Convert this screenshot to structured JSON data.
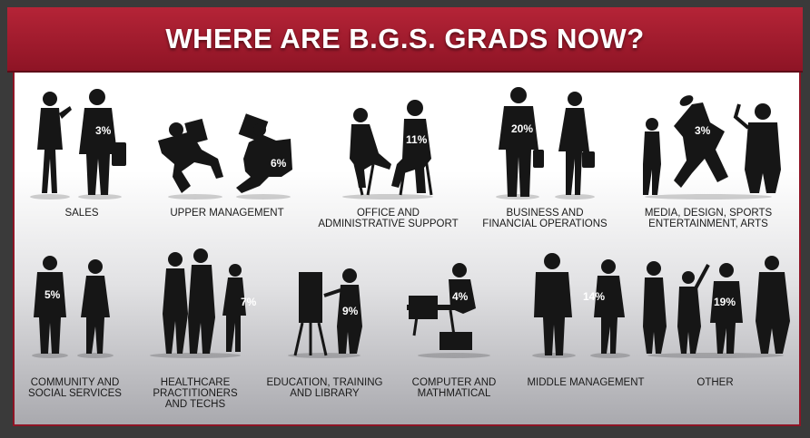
{
  "title": "WHERE ARE B.G.S. GRADS NOW?",
  "colors": {
    "banner": "#a31c30",
    "silhouette": "#161616",
    "text": "#1a1a1a"
  },
  "categories": [
    {
      "label": "SALES",
      "percent": "3%"
    },
    {
      "label": "UPPER MANAGEMENT",
      "percent": "6%"
    },
    {
      "label": "OFFICE AND\nADMINISTRATIVE SUPPORT",
      "percent": "11%"
    },
    {
      "label": "BUSINESS AND\nFINANCIAL OPERATIONS",
      "percent": "20%"
    },
    {
      "label": "MEDIA, DESIGN, SPORTS\nENTERTAINMENT, ARTS",
      "percent": "3%"
    },
    {
      "label": "COMMUNITY AND\nSOCIAL SERVICES",
      "percent": "5%"
    },
    {
      "label": "HEALTHCARE\nPRACTITIONERS\nAND TECHS",
      "percent": "7%"
    },
    {
      "label": "EDUCATION, TRAINING\nAND LIBRARY",
      "percent": "9%"
    },
    {
      "label": "COMPUTER AND\nMATHMATICAL",
      "percent": "4%"
    },
    {
      "label": "MIDDLE MANAGEMENT",
      "percent": "14%"
    },
    {
      "label": "OTHER",
      "percent": "19%"
    }
  ]
}
